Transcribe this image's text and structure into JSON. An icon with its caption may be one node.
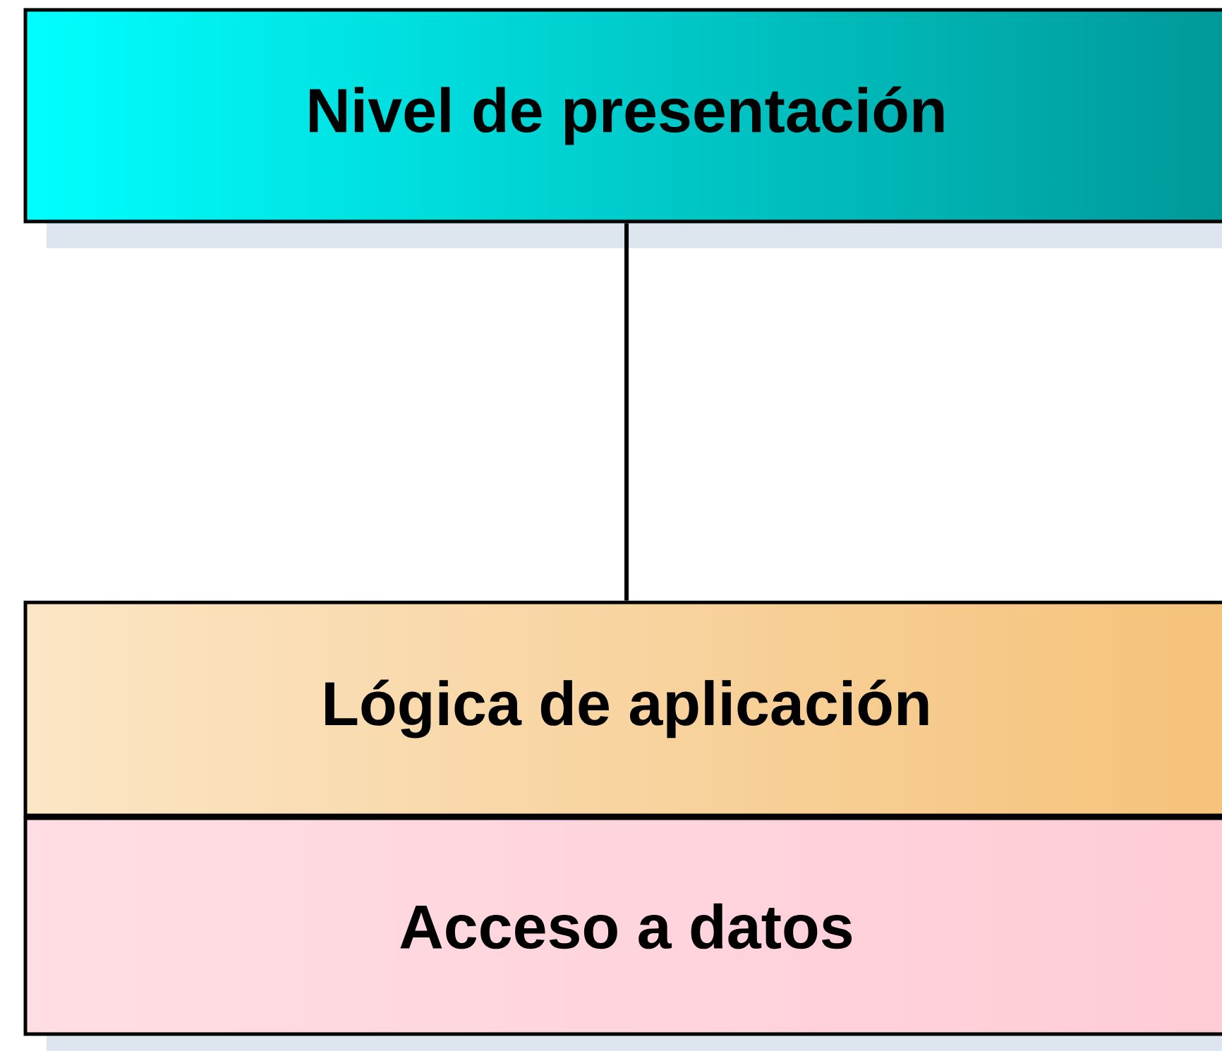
{
  "diagram": {
    "nodes": [
      {
        "text": [
          "Nivel de presentación"
        ]
      },
      {
        "text": [
          "Lógica de aplicación"
        ]
      },
      {
        "text": [
          "Acceso a datos"
        ]
      }
    ],
    "edges": [
      {
        "from": 0,
        "to": 1,
        "arrow": "none"
      }
    ]
  }
}
